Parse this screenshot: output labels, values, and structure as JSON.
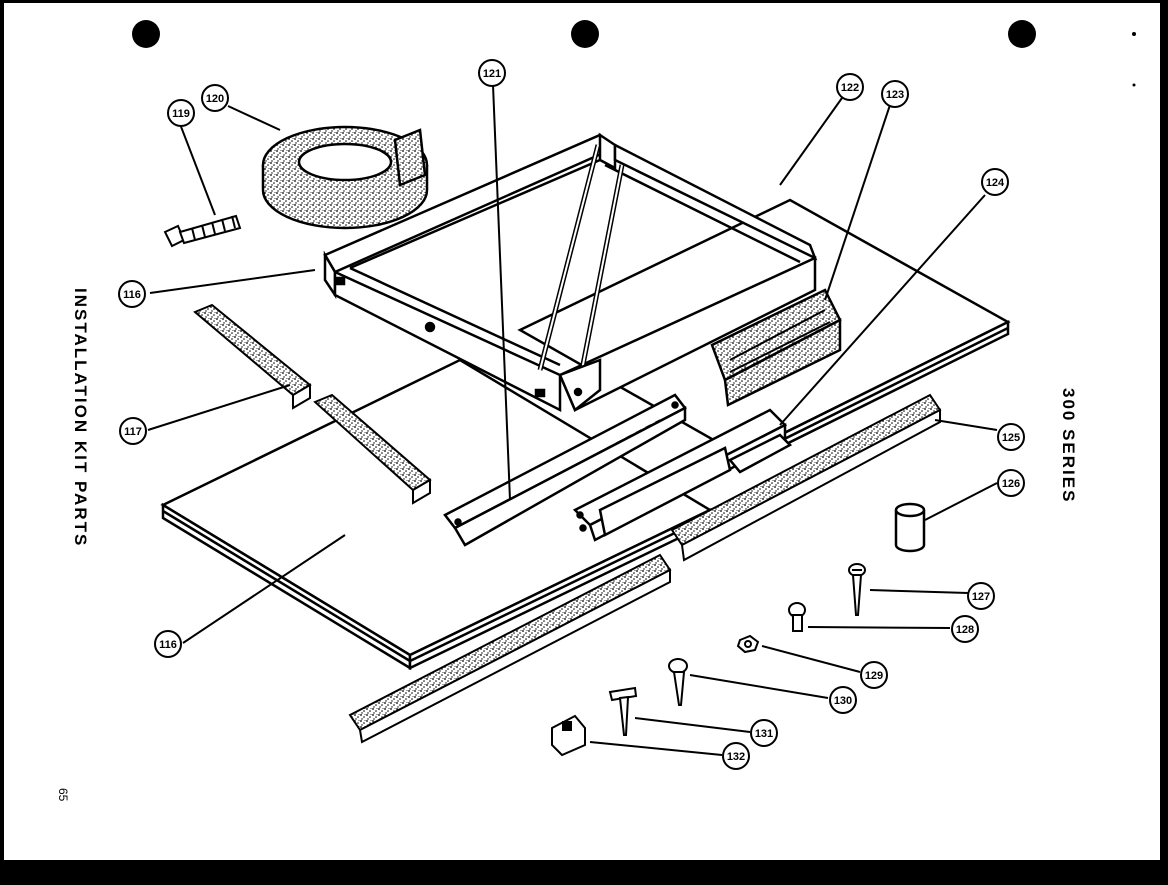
{
  "document": {
    "title": "INSTALLATION KIT PARTS",
    "series": "300 SERIES",
    "page_number": "65"
  },
  "callouts": [
    {
      "id": "116a",
      "label": "116"
    },
    {
      "id": "116b",
      "label": "116"
    },
    {
      "id": "117",
      "label": "117"
    },
    {
      "id": "119",
      "label": "119"
    },
    {
      "id": "120",
      "label": "120"
    },
    {
      "id": "121",
      "label": "121"
    },
    {
      "id": "122",
      "label": "122"
    },
    {
      "id": "123",
      "label": "123"
    },
    {
      "id": "124",
      "label": "124"
    },
    {
      "id": "125",
      "label": "125"
    },
    {
      "id": "126",
      "label": "126"
    },
    {
      "id": "127",
      "label": "127"
    },
    {
      "id": "128",
      "label": "128"
    },
    {
      "id": "129",
      "label": "129"
    },
    {
      "id": "130",
      "label": "130"
    },
    {
      "id": "131",
      "label": "131"
    },
    {
      "id": "132",
      "label": "132"
    }
  ],
  "colors": {
    "ink": "#000000",
    "paper": "#ffffff"
  }
}
